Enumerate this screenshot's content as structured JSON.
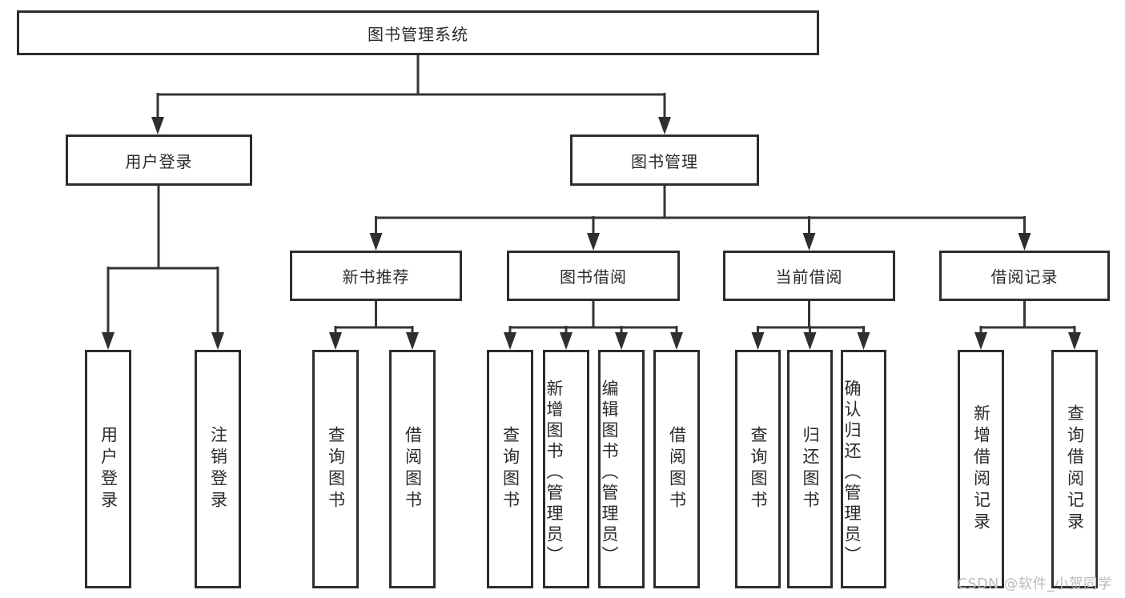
{
  "tree": {
    "label": "图书管理系统",
    "children": [
      {
        "label": "用户登录",
        "children": [
          {
            "label": "用户登录"
          },
          {
            "label": "注销登录"
          }
        ]
      },
      {
        "label": "图书管理",
        "children": [
          {
            "label": "新书推荐",
            "children": [
              {
                "label": "查询图书"
              },
              {
                "label": "借阅图书"
              }
            ]
          },
          {
            "label": "图书借阅",
            "children": [
              {
                "label": "查询图书"
              },
              {
                "label": "新增图书（管理员）"
              },
              {
                "label": "编辑图书（管理员）"
              },
              {
                "label": "借阅图书"
              }
            ]
          },
          {
            "label": "当前借阅",
            "children": [
              {
                "label": "查询图书"
              },
              {
                "label": "归还图书"
              },
              {
                "label": "确认归还（管理员）"
              }
            ]
          },
          {
            "label": "借阅记录",
            "children": [
              {
                "label": "新增借阅记录"
              },
              {
                "label": "查询借阅记录"
              }
            ]
          }
        ]
      }
    ]
  },
  "watermark": {
    "text": "CSDN @软件_小贺同学"
  },
  "colors": {
    "background": "#ffffff",
    "box_fill": "#ffffff",
    "box_border": "#2d2d2d",
    "line": "#353535",
    "text": "#2a2a2a",
    "watermark": "#bcbcbc"
  }
}
